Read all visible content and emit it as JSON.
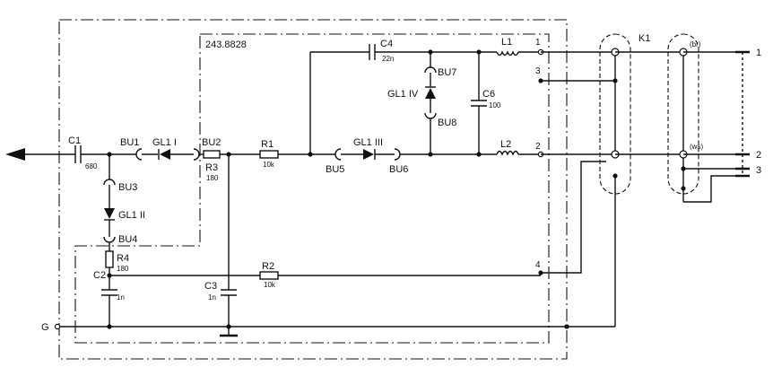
{
  "board_id": "243.8828",
  "cable_label": "K1",
  "ground_label": "G",
  "capacitors": {
    "c1": {
      "name": "C1",
      "value": "680"
    },
    "c2": {
      "name": "C2",
      "value": "1n"
    },
    "c3": {
      "name": "C3",
      "value": "1n"
    },
    "c4": {
      "name": "C4",
      "value": "22n"
    },
    "c6": {
      "name": "C6",
      "value": "100"
    }
  },
  "resistors": {
    "r1": {
      "name": "R1",
      "value": "10k"
    },
    "r2": {
      "name": "R2",
      "value": "10k"
    },
    "r3": {
      "name": "R3",
      "value": "180"
    },
    "r4": {
      "name": "R4",
      "value": "180"
    }
  },
  "inductors": {
    "l1": "L1",
    "l2": "L2"
  },
  "diodes": {
    "d1": "GL1 I",
    "d2": "GL1 II",
    "d3": "GL1 III",
    "d4": "GL1 IV"
  },
  "sockets": {
    "bu1": "BU1",
    "bu2": "BU2",
    "bu3": "BU3",
    "bu4": "BU4",
    "bu5": "BU5",
    "bu6": "BU6",
    "bu7": "BU7",
    "bu8": "BU8"
  },
  "board_pins": {
    "p1": "1",
    "p2": "2",
    "p3": "3",
    "p4": "4"
  },
  "cable_wires": {
    "br": "(br)",
    "ws": "(ws)"
  },
  "outputs": {
    "o1": "1",
    "o2": "2",
    "o3": "3"
  }
}
